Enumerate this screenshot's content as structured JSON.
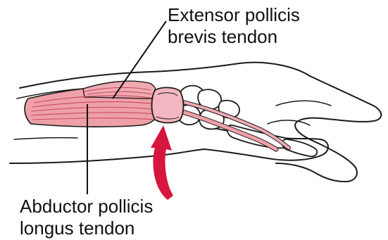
{
  "figure": {
    "labels": {
      "extensor": {
        "line1": "Extensor pollicis",
        "line2": "brevis tendon"
      },
      "abductor": {
        "line1": "Abductor pollicis",
        "line2": "longus tendon"
      }
    },
    "colors": {
      "muscle_fill": "#eea0a8",
      "muscle_fiber": "#c94a62",
      "tendon_sheath": "#f4b6c0",
      "arrow": "#d6163c",
      "outline": "#1a1a1a"
    }
  }
}
